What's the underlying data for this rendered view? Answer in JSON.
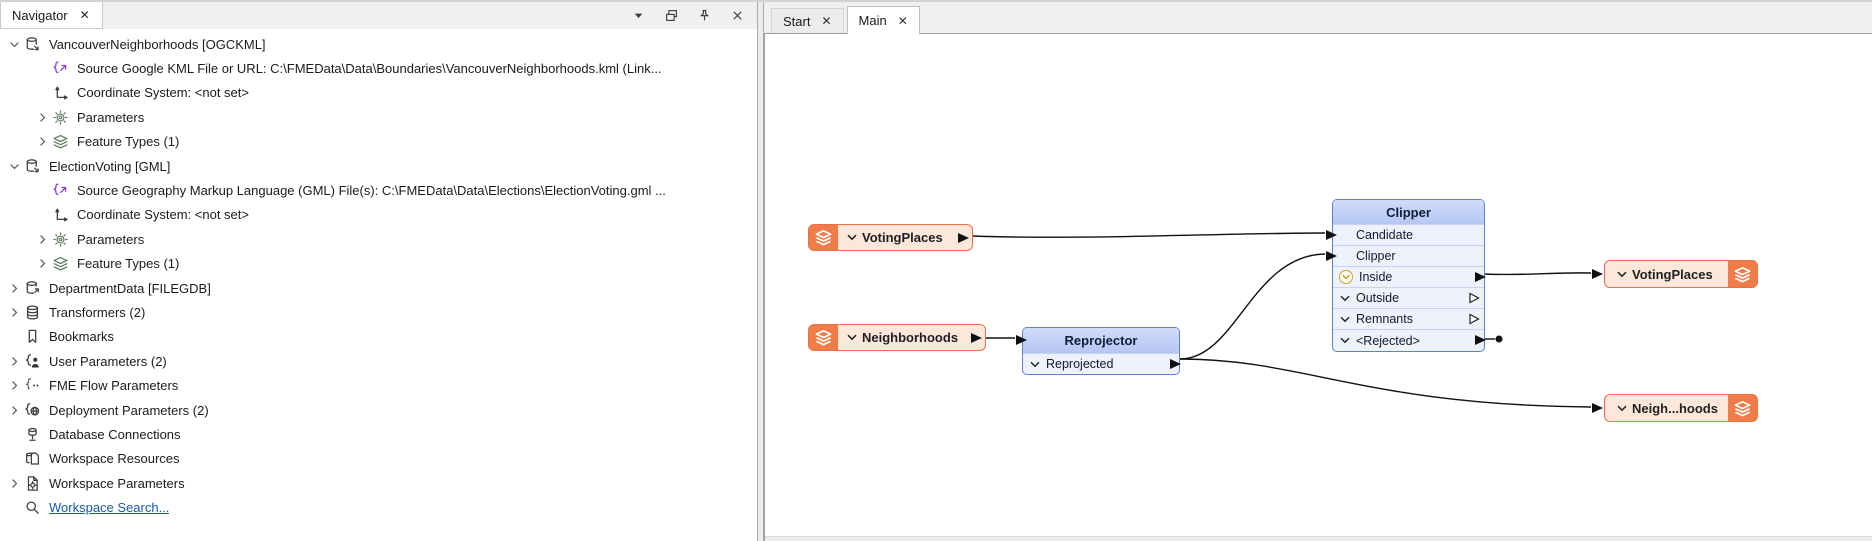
{
  "navigator": {
    "title": "Navigator",
    "titlebar_icons": [
      "chevron-down-icon",
      "float-window-icon",
      "pin-icon",
      "close-icon"
    ],
    "items": [
      {
        "level": 0,
        "expander": "down",
        "icon": "reader-db",
        "label": "VancouverNeighborhoods [OGCKML]"
      },
      {
        "level": 1,
        "expander": "none",
        "icon": "braces-link",
        "label": "Source Google KML File or URL: C:\\FMEData\\Data\\Boundaries\\VancouverNeighborhoods.kml (Link..."
      },
      {
        "level": 1,
        "expander": "none",
        "icon": "coordsys",
        "label": "Coordinate System: <not set>"
      },
      {
        "level": 1,
        "expander": "right",
        "icon": "gear",
        "label": "Parameters"
      },
      {
        "level": 1,
        "expander": "right",
        "icon": "layers",
        "label": "Feature Types (1)"
      },
      {
        "level": 0,
        "expander": "down",
        "icon": "reader-db",
        "label": "ElectionVoting [GML]"
      },
      {
        "level": 1,
        "expander": "none",
        "icon": "braces-link",
        "label": "Source Geography Markup Language (GML) File(s): C:\\FMEData\\Data\\Elections\\ElectionVoting.gml ..."
      },
      {
        "level": 1,
        "expander": "none",
        "icon": "coordsys",
        "label": "Coordinate System: <not set>"
      },
      {
        "level": 1,
        "expander": "right",
        "icon": "gear",
        "label": "Parameters"
      },
      {
        "level": 1,
        "expander": "right",
        "icon": "layers",
        "label": "Feature Types (1)"
      },
      {
        "level": 0,
        "expander": "right",
        "icon": "writer-db",
        "label": "DepartmentData [FILEGDB]"
      },
      {
        "level": 0,
        "expander": "right",
        "icon": "transformers",
        "label": "Transformers (2)"
      },
      {
        "level": 0,
        "expander": "none",
        "icon": "bookmark",
        "label": "Bookmarks"
      },
      {
        "level": 0,
        "expander": "right",
        "icon": "user-params",
        "label": "User Parameters (2)"
      },
      {
        "level": 0,
        "expander": "right",
        "icon": "flow-params",
        "label": "FME Flow Parameters"
      },
      {
        "level": 0,
        "expander": "right",
        "icon": "deploy-params",
        "label": "Deployment Parameters (2)"
      },
      {
        "level": 0,
        "expander": "none",
        "icon": "db-connections",
        "label": "Database Connections"
      },
      {
        "level": 0,
        "expander": "none",
        "icon": "ws-resources",
        "label": "Workspace Resources"
      },
      {
        "level": 0,
        "expander": "right",
        "icon": "ws-params",
        "label": "Workspace Parameters"
      },
      {
        "level": 0,
        "expander": "none",
        "icon": "search",
        "label": "Workspace Search...",
        "link": true
      }
    ]
  },
  "tabs": {
    "start": {
      "label": "Start",
      "close_icon": "✕"
    },
    "main": {
      "label": "Main",
      "close_icon": "✕",
      "active": true
    }
  },
  "canvas": {
    "nodes": {
      "voting_places_source": {
        "label": "VotingPlaces",
        "icon": "layers-icon"
      },
      "neighborhoods_source": {
        "label": "Neighborhoods",
        "icon": "layers-icon"
      },
      "reprojector": {
        "title": "Reprojector",
        "output_port": "Reprojected"
      },
      "clipper": {
        "title": "Clipper",
        "ports": [
          {
            "label": "Candidate",
            "kind": "input"
          },
          {
            "label": "Clipper",
            "kind": "input"
          },
          {
            "label": "Inside",
            "kind": "output-connected",
            "badge": "gold-circle-chevron"
          },
          {
            "label": "Outside",
            "kind": "output-unconnected"
          },
          {
            "label": "Remnants",
            "kind": "output-unconnected"
          },
          {
            "label": "<Rejected>",
            "kind": "output-stub"
          }
        ]
      },
      "voting_places_writer": {
        "label": "VotingPlaces",
        "icon": "layers-icon"
      },
      "neighborhoods_writer": {
        "label": "Neigh...hoods",
        "icon": "layers-icon"
      }
    }
  },
  "colors": {
    "orange_border": "#e8714c",
    "orange_block": "#f07c4a",
    "orange_fill": "#fce8da",
    "blue_border": "#6080d8",
    "blue_header": "#bfcef6",
    "blue_fill": "#edf2fd",
    "wire": "#111111",
    "link_blue": "#1857b0",
    "gold_badge": "#c7a42b"
  }
}
